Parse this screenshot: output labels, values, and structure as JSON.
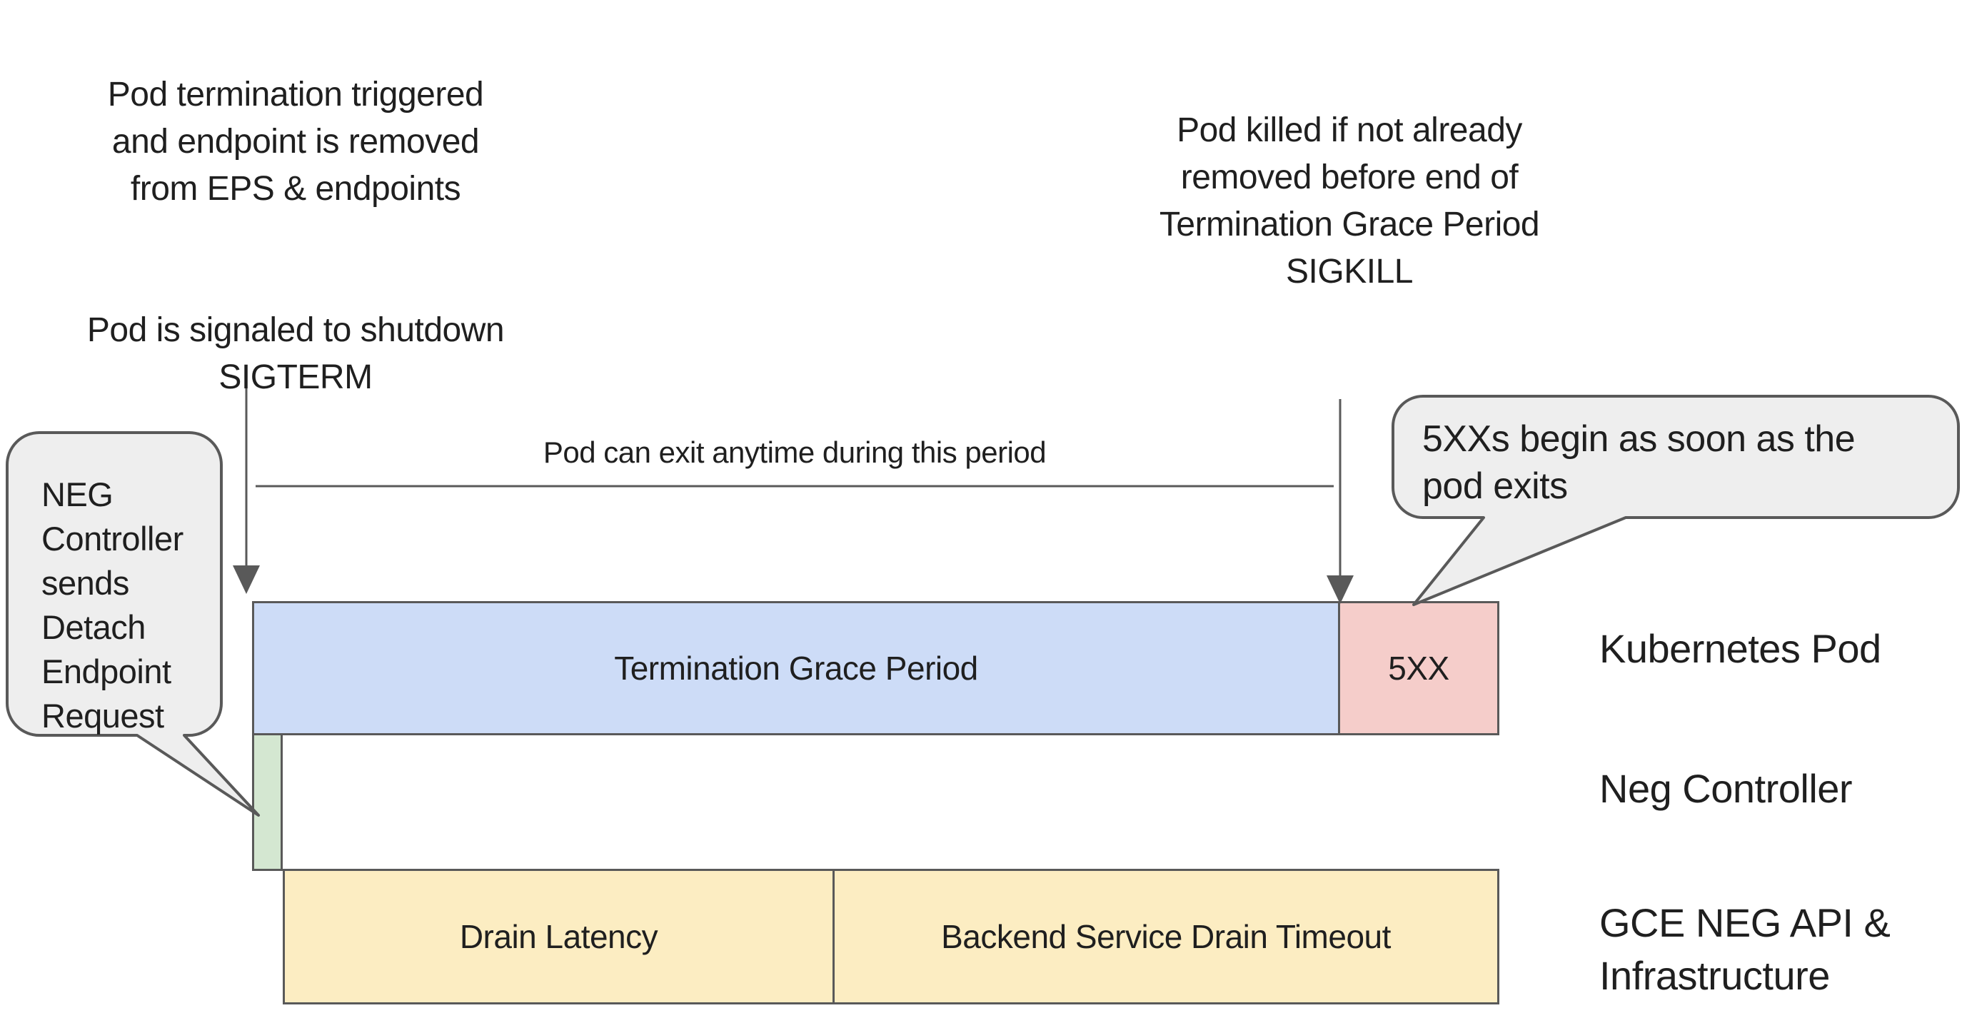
{
  "colors": {
    "line_gray": "#595959",
    "bubble_fill": "#eeeeee",
    "blue": "#cddcf7",
    "pink": "#f5cdca",
    "green": "#d4e7d1",
    "yellow": "#fcedc2",
    "text": "#1f1f1f"
  },
  "annotations": {
    "pod_termination": "Pod termination triggered\nand endpoint is removed\nfrom EPS & endpoints",
    "pod_signaled": "Pod is signaled to shutdown\nSIGTERM",
    "pod_killed": "Pod killed if not already\nremoved before end of\nTermination Grace Period\nSIGKILL",
    "period_label": "Pod can exit anytime during this period"
  },
  "callouts": {
    "left": "NEG\nController\nsends\nDetach\nEndpoint\nRequest",
    "right": "5XXs begin as soon as the\npod exits"
  },
  "timeline": {
    "rows": [
      {
        "label": "Kubernetes Pod",
        "segments": [
          {
            "text": "Termination Grace Period"
          },
          {
            "text": "5XX"
          }
        ]
      },
      {
        "label": "Neg Controller",
        "segments": [
          {
            "text": ""
          }
        ]
      },
      {
        "label": "GCE NEG API &\nInfrastructure",
        "segments": [
          {
            "text": "Drain Latency"
          },
          {
            "text": "Backend Service Drain Timeout"
          }
        ]
      }
    ]
  }
}
